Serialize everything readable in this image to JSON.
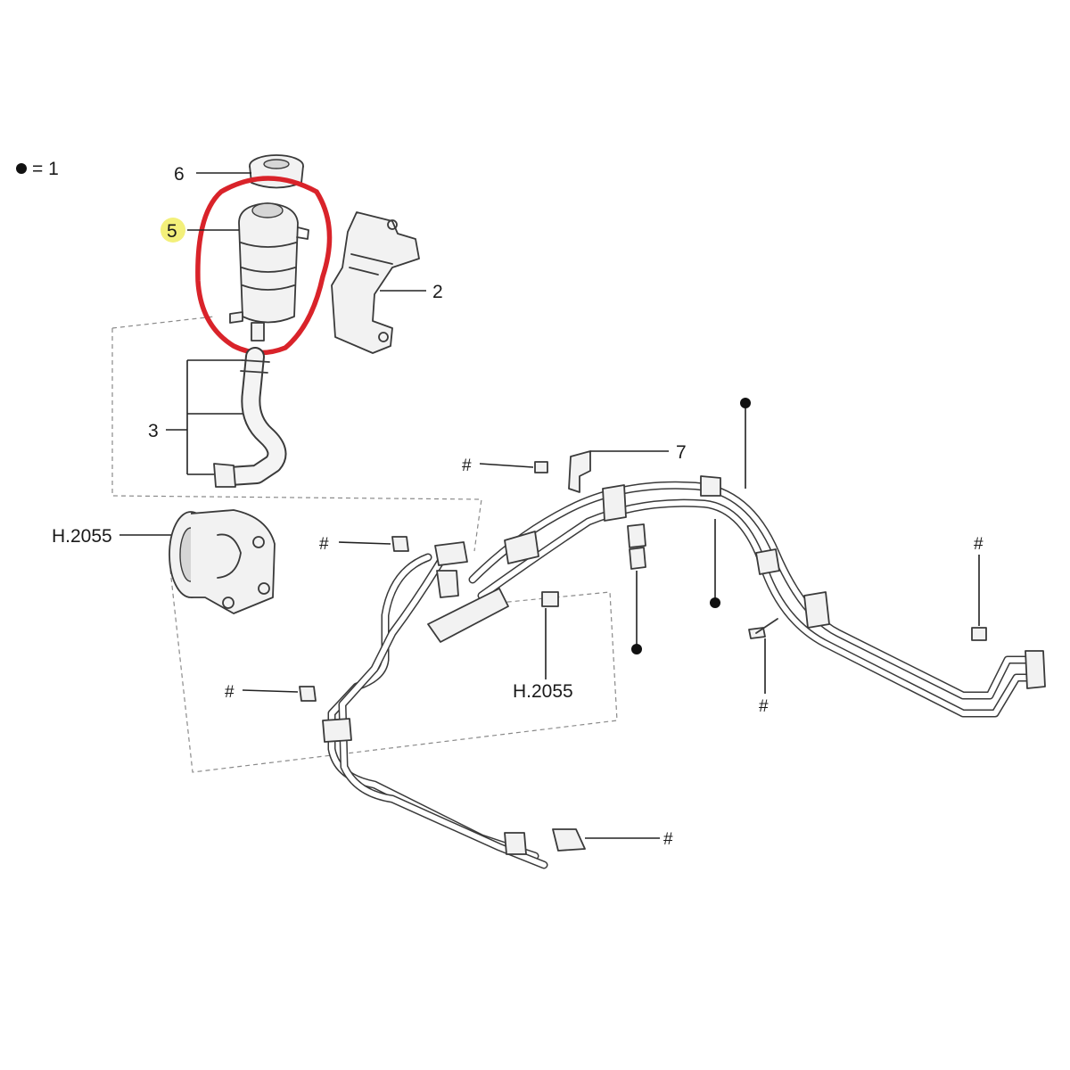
{
  "legend": {
    "text": "= 1"
  },
  "callouts": {
    "cap": "6",
    "reservoir": "5",
    "bracket": "2",
    "hose": "3",
    "pump": "H.2055",
    "clip": "7",
    "fitting": "H.2055",
    "fastener": "#"
  },
  "colors": {
    "highlight_ring": "#d9232a",
    "highlight_marker": "#f3f07a",
    "line_art": "#3a3a3a"
  }
}
